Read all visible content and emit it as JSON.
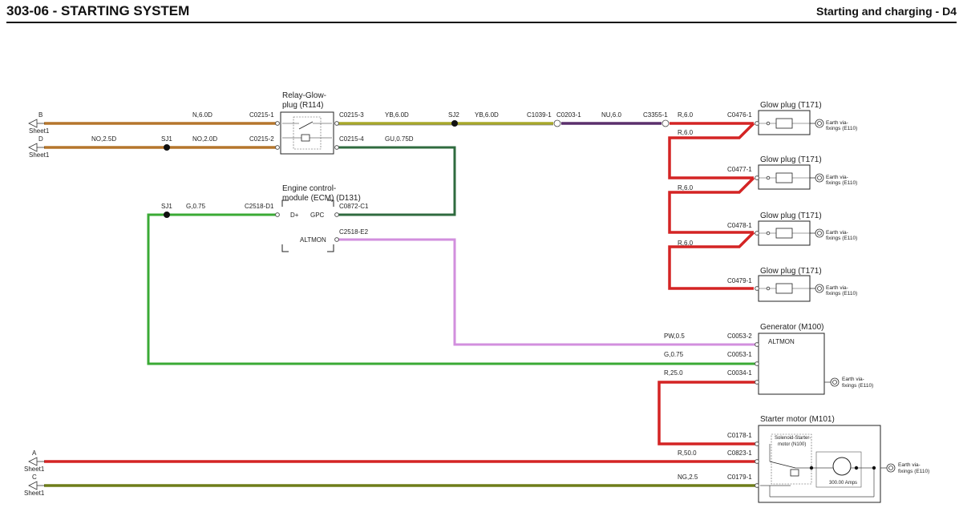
{
  "header": {
    "section": "303-06 - STARTING SYSTEM",
    "page": "Starting and charging - D4"
  },
  "colors": {
    "brown": "#b5762c",
    "yellow": "#a8a82a",
    "purple": "#5a2f6c",
    "red": "#d42424",
    "dark_green": "#2f6b3f",
    "green": "#3aaa35",
    "pink": "#d28fde",
    "olive": "#6e7d1a"
  },
  "offsheet": {
    "label": "Sheet1",
    "B": "B",
    "D": "D",
    "A": "A",
    "C": "C"
  },
  "splices": {
    "sj1": "SJ1",
    "sj2": "SJ2"
  },
  "wires": {
    "n60d": "N,6.0D",
    "no25d": "NO,2.5D",
    "no20d": "NO,2.0D",
    "yb60d_a": "YB,6.0D",
    "yb60d_b": "YB,6.0D",
    "nu60": "NU,6.0",
    "r60_1": "R,6.0",
    "r60_2": "R,6.0",
    "r60_3": "R,6.0",
    "r60_4": "R,6.0",
    "gu075d": "GU,0.75D",
    "g075_a": "G,0.75",
    "g075_b": "G,0.75",
    "pw05": "PW,0.5",
    "r250": "R,25.0",
    "r500": "R,50.0",
    "ng25": "NG,2.5"
  },
  "connectors": {
    "c0215_1": "C0215-1",
    "c0215_2": "C0215-2",
    "c0215_3": "C0215-3",
    "c0215_4": "C0215-4",
    "c1039_1": "C1039-1",
    "c0203_1": "C0203-1",
    "c3355_1": "C3355-1",
    "c0476_1": "C0476-1",
    "c0477_1": "C0477-1",
    "c0478_1": "C0478-1",
    "c0479_1": "C0479-1",
    "c2518_d1": "C2518-D1",
    "c0872_c1": "C0872-C1",
    "c2518_e2": "C2518-E2",
    "c0053_2": "C0053-2",
    "c0053_1": "C0053-1",
    "c0034_1": "C0034-1",
    "c0178_1": "C0178-1",
    "c0823_1": "C0823-1",
    "c0179_1": "C0179-1"
  },
  "components": {
    "relay_l1": "Relay-Glow-",
    "relay_l2": "plug (R114)",
    "ecm_l1": "Engine control-",
    "ecm_l2": "module (ECM) (D131)",
    "ecm_pin_dplus": "D+",
    "ecm_pin_gpc": "GPC",
    "ecm_pin_altmon": "ALTMON",
    "glow1": "Glow plug (T171)",
    "glow2": "Glow plug (T171)",
    "glow3": "Glow plug (T171)",
    "glow4": "Glow plug (T171)",
    "generator": "Generator (M100)",
    "generator_pin": "ALTMON",
    "starter": "Starter motor (M101)",
    "solenoid_l1": "Solenoid-Starter-",
    "solenoid_l2": "motor (N100)",
    "amps": "300.00 Amps"
  },
  "earth": {
    "l1": "Earth via-",
    "l2": "fixings (E110)"
  }
}
